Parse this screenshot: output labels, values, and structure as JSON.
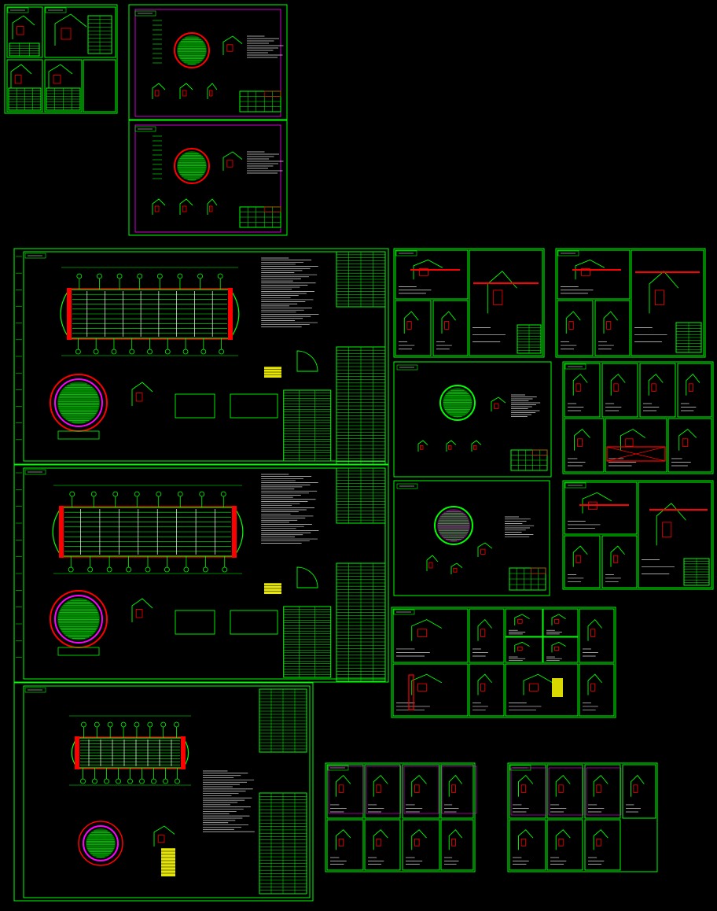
{
  "title": "",
  "colors": {
    "background": "#000000",
    "frame": "#00ff00",
    "accent": "#ff0000",
    "secondary": "#ff00ff",
    "highlight": "#ffff00",
    "text": "#00ff00",
    "white": "#ffffff"
  },
  "sheets": [
    {
      "id": "sheet-1",
      "kind": "detail-grid"
    },
    {
      "id": "sheet-2",
      "kind": "tube-sheet"
    },
    {
      "id": "sheet-3",
      "kind": "tube-sheet"
    },
    {
      "id": "sheet-4",
      "kind": "vessel-assembly"
    },
    {
      "id": "sheet-5",
      "kind": "vessel-assembly"
    },
    {
      "id": "sheet-6",
      "kind": "vessel-assembly"
    },
    {
      "id": "sheet-7",
      "kind": "part-details"
    },
    {
      "id": "sheet-8",
      "kind": "part-details"
    },
    {
      "id": "sheet-9",
      "kind": "tube-sheet"
    },
    {
      "id": "sheet-10",
      "kind": "part-details"
    },
    {
      "id": "sheet-11",
      "kind": "tube-sheet"
    },
    {
      "id": "sheet-12",
      "kind": "part-details"
    },
    {
      "id": "sheet-13",
      "kind": "part-details"
    },
    {
      "id": "sheet-14",
      "kind": "part-details"
    },
    {
      "id": "sheet-15",
      "kind": "part-details"
    }
  ]
}
